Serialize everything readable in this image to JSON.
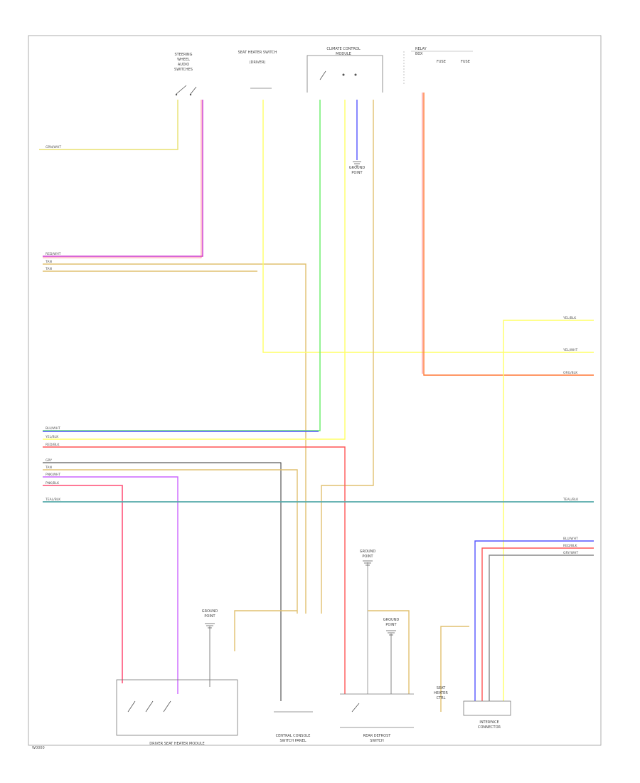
{
  "footer_code": "W0000",
  "colors": {
    "yellow": "#ffff66",
    "tan": "#e0c070",
    "pink": "#ff6688",
    "red": "#ff5555",
    "violet": "#cc66ff",
    "purple": "#cc33cc",
    "green": "#66ee66",
    "blue": "#5555ff",
    "orange": "#ff7733",
    "teal": "#55aaaa",
    "gray": "#888888",
    "black": "#333333"
  },
  "labels": {
    "comp_a": [
      "STEERING",
      "WHEEL",
      "AUDIO",
      "SWITCHES"
    ],
    "comp_b": [
      "SEAT HEATER SWITCH",
      "(DRIVER)"
    ],
    "comp_c": [
      "CLIMATE CONTROL",
      "MODULE"
    ],
    "comp_d": [
      "RELAY",
      "BOX"
    ],
    "comp_d2": [
      "FUSE",
      "FUSE"
    ],
    "g_top": [
      "GROUND",
      "POINT"
    ],
    "g_mid": [
      "GROUND",
      "POINT"
    ],
    "g_low1": [
      "GROUND",
      "POINT"
    ],
    "g_low2": [
      "GROUND",
      "POINT"
    ],
    "box_bl": "DRIVER SEAT HEATER MODULE",
    "box_bc1": [
      "CENTRAL CONSOLE",
      "SWITCH PANEL"
    ],
    "box_bc2": [
      "REAR DEFROST",
      "SWITCH"
    ],
    "box_br": [
      "INTERFACE",
      "CONNECTOR"
    ],
    "box_br_side": [
      "SEAT",
      "HEATER",
      "CTRL"
    ]
  },
  "wires_left": [
    "GRN/WHT",
    "RED/WHT",
    "TAN",
    "TAN",
    "BLU/WHT",
    "YEL/BLK",
    "RED/BLK",
    "GRY",
    "TAN",
    "PNK/WHT",
    "PNK/BLK",
    "TEAL/BLK"
  ],
  "wires_right": [
    "YEL/BLK",
    "YEL/WHT",
    "ORG/BLK",
    "TEAL/BLK",
    "BLU/WHT",
    "RED/BLK",
    "GRY/WHT"
  ]
}
